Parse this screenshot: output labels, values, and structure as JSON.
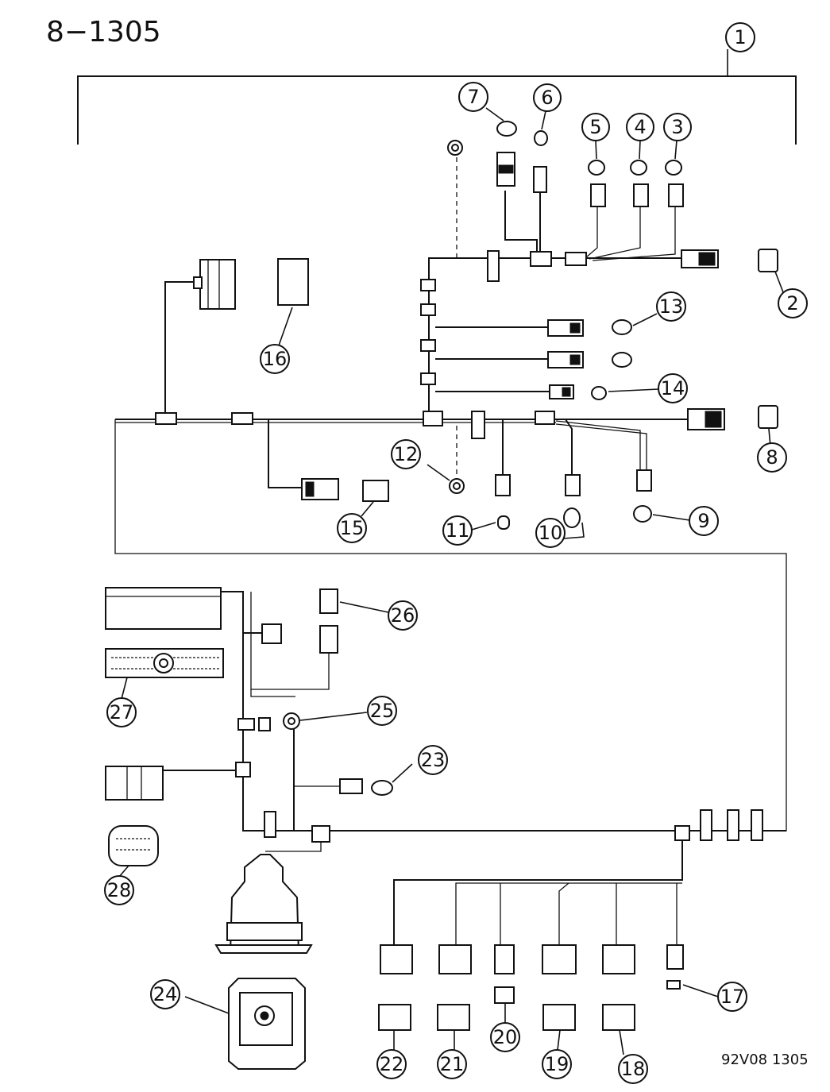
{
  "header": {
    "page_number": "8−1305"
  },
  "footer": {
    "figure_code": "92V08  1305"
  },
  "callouts": [
    "1",
    "2",
    "3",
    "4",
    "5",
    "6",
    "7",
    "8",
    "9",
    "10",
    "11",
    "12",
    "13",
    "14",
    "15",
    "16",
    "17",
    "18",
    "19",
    "20",
    "21",
    "22",
    "23",
    "24",
    "25",
    "26",
    "27",
    "28"
  ]
}
